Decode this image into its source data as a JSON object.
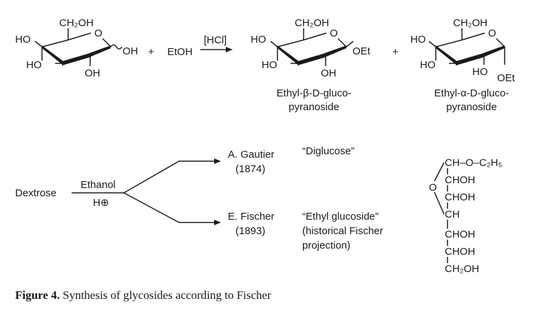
{
  "reaction": {
    "glucose": {
      "ch2oh": "CH₂OH",
      "ho1": "HO",
      "ho2": "HO",
      "oh_anomeric": "OH",
      "oh_bottom": "OH",
      "ring_o": "O"
    },
    "plus1": "+",
    "etoh": "EtOH",
    "catalyst": "[HCl]",
    "beta": {
      "ch2oh": "CH₂OH",
      "ho1": "HO",
      "ho2": "HO",
      "oet": "OEt",
      "oh_bottom": "OH",
      "ring_o": "O",
      "name_line1": "Ethyl-β-D-gluco-",
      "name_line2": "pyranoside"
    },
    "plus2": "+",
    "alpha": {
      "ch2oh": "CH₂OH",
      "ho1": "HO",
      "ho2": "HO",
      "ho3": "HO",
      "oet": "OEt",
      "ring_o": "O",
      "name_line1": "Ethyl-α-D-gluco-",
      "name_line2": "pyranoside"
    }
  },
  "history": {
    "dextrose": "Dextrose",
    "reagent": "Ethanol",
    "acid": "H⊕",
    "gautier": {
      "name": "A. Gautier",
      "year": "(1874)",
      "product": "“Diglucose”"
    },
    "fischer": {
      "name": "E. Fischer",
      "year": "(1893)",
      "product_line1": "“Ethyl glucoside”",
      "product_line2": "(historical Fischer",
      "product_line3": "projection)"
    },
    "projection": {
      "top": "CH–O–C₂H₅",
      "row2": "CHOH",
      "ring_o": "O",
      "row3": "CHOH",
      "row4": "CH",
      "row5": "CHOH",
      "row6": "CHOH",
      "bottom": "CH₂OH"
    }
  },
  "caption": {
    "label": "Figure 4.",
    "text": "Synthesis of glycosides according to Fischer"
  }
}
